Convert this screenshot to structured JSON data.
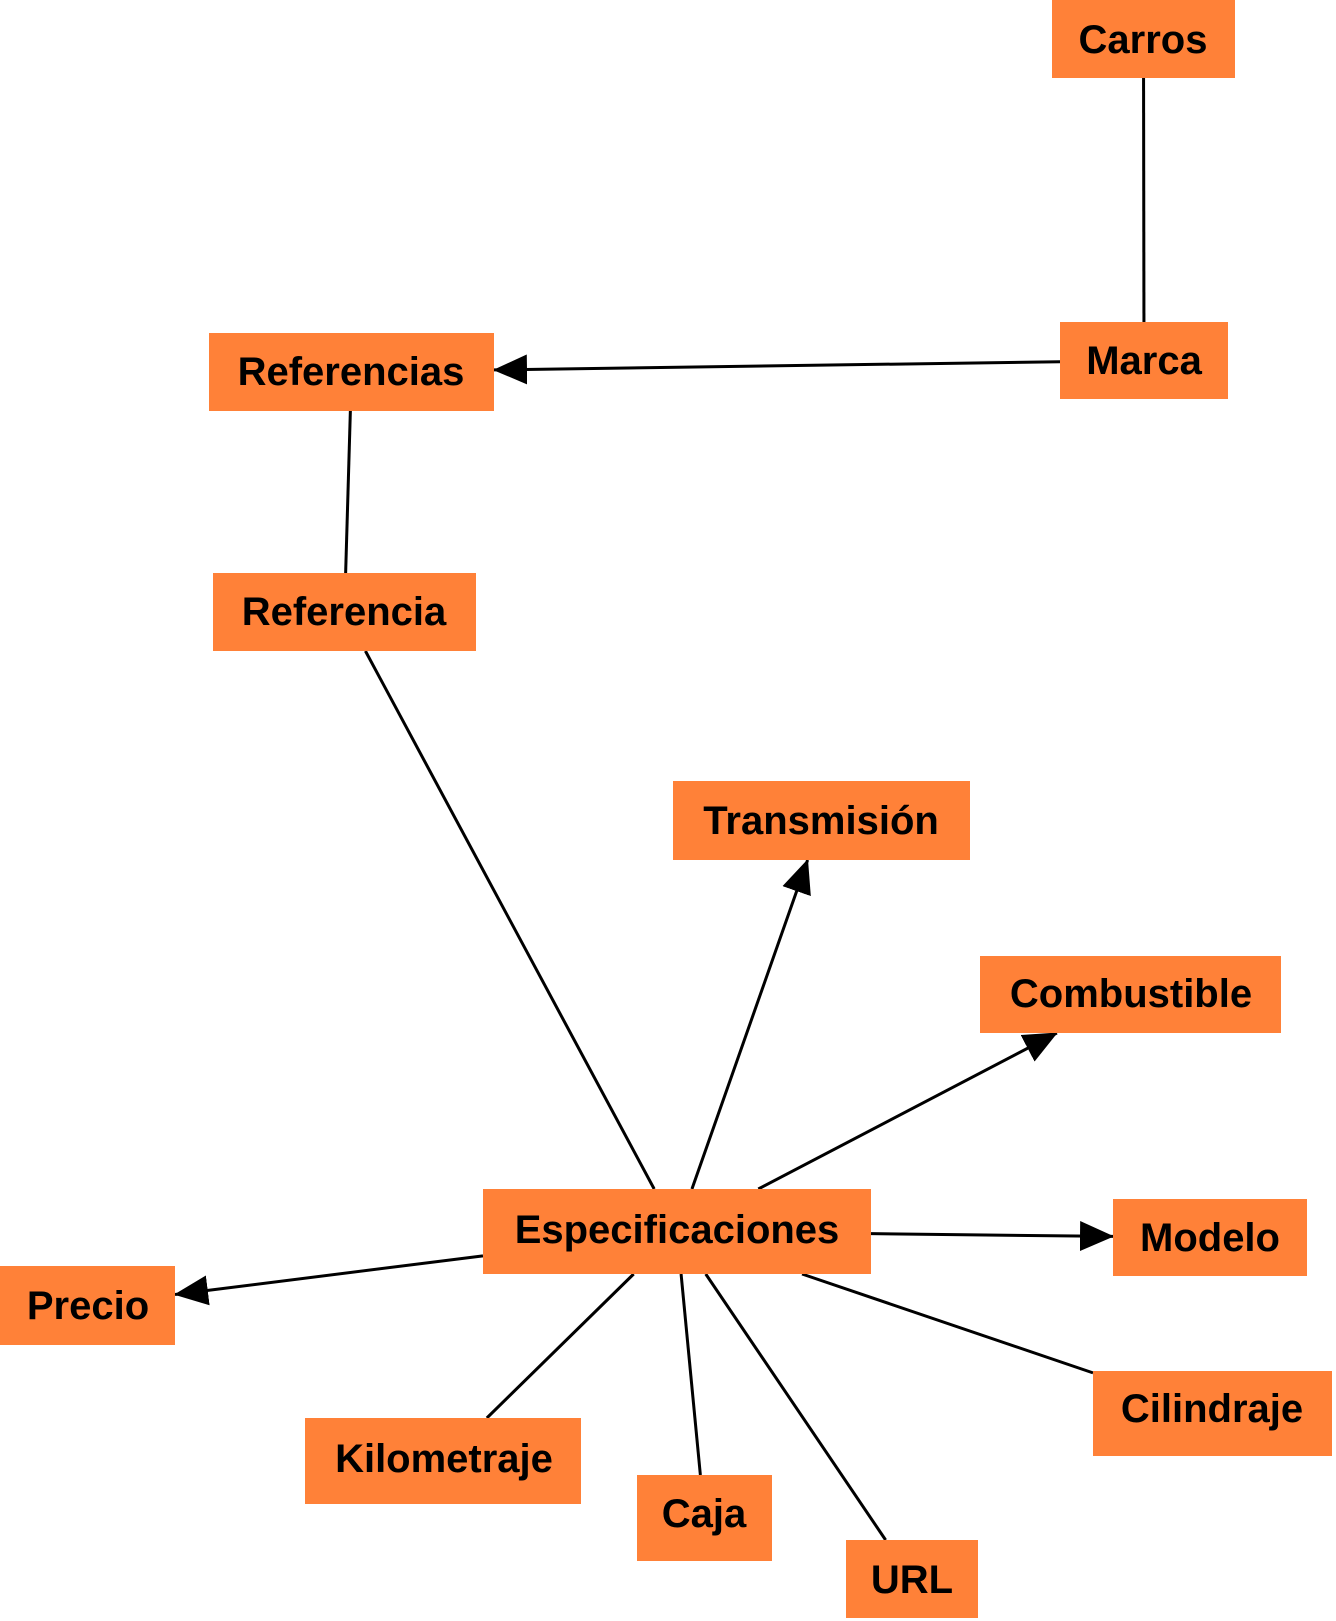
{
  "colors": {
    "node_fill": "#FF8138",
    "edge": "#000000",
    "text": "#000000"
  },
  "nodes": {
    "carros": "Carros",
    "marca": "Marca",
    "referencias": "Referencias",
    "referencia": "Referencia",
    "transmision": "Transmisión",
    "combustible": "Combustible",
    "especificaciones": "Especificaciones",
    "modelo": "Modelo",
    "precio": "Precio",
    "cilindraje": "Cilindraje",
    "kilometraje": "Kilometraje",
    "caja": "Caja",
    "url": "URL"
  },
  "edges": [
    {
      "from": "carros",
      "to": "marca",
      "arrow": false
    },
    {
      "from": "marca",
      "to": "referencias",
      "arrow": true
    },
    {
      "from": "referencias",
      "to": "referencia",
      "arrow": false
    },
    {
      "from": "referencia",
      "to": "especificaciones",
      "arrow": false
    },
    {
      "from": "especificaciones",
      "to": "transmision",
      "arrow": true
    },
    {
      "from": "especificaciones",
      "to": "combustible",
      "arrow": true
    },
    {
      "from": "especificaciones",
      "to": "modelo",
      "arrow": true
    },
    {
      "from": "especificaciones",
      "to": "precio",
      "arrow": true
    },
    {
      "from": "especificaciones",
      "to": "cilindraje",
      "arrow": false
    },
    {
      "from": "especificaciones",
      "to": "kilometraje",
      "arrow": false
    },
    {
      "from": "especificaciones",
      "to": "caja",
      "arrow": false
    },
    {
      "from": "especificaciones",
      "to": "url",
      "arrow": false
    }
  ]
}
